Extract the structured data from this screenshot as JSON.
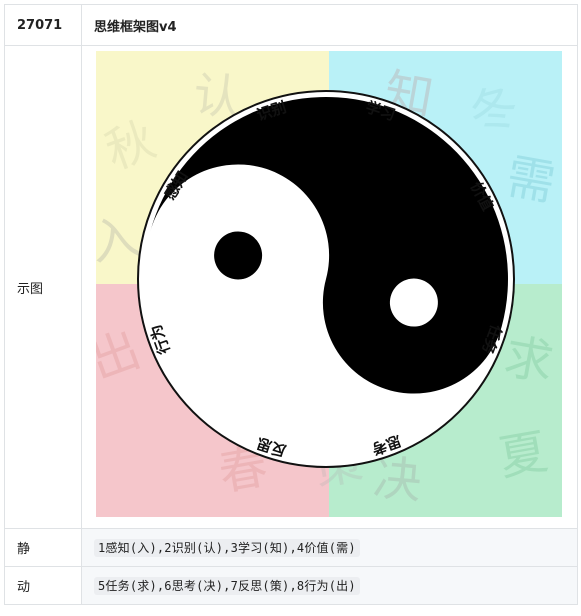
{
  "header": {
    "id": "27071",
    "title": "思维框架图v4"
  },
  "figure_row": {
    "label": "示图"
  },
  "figure": {
    "quadrant_colors": {
      "top_left": "#f9f7c9",
      "top_right": "#b9f1f7",
      "bottom_left": "#f5c6cb",
      "bottom_right": "#b7eccd"
    },
    "ring_labels": [
      {
        "text": "感知",
        "angle": -148
      },
      {
        "text": "识别",
        "angle": -108
      },
      {
        "text": "学习",
        "angle": -72
      },
      {
        "text": "价值",
        "angle": -28
      },
      {
        "text": "任务",
        "angle": 20
      },
      {
        "text": "思考",
        "angle": 70
      },
      {
        "text": "反思",
        "angle": 108
      },
      {
        "text": "行为",
        "angle": 160
      }
    ],
    "ghost_chars": [
      {
        "text": "秋",
        "color": "#c9c9a3"
      },
      {
        "text": "入",
        "color": "#9a9a9a"
      },
      {
        "text": "认",
        "color": "#b0b0a0"
      },
      {
        "text": "知",
        "color": "#c08a8a"
      },
      {
        "text": "冬",
        "color": "#8fcfd8"
      },
      {
        "text": "需",
        "color": "#5fb7c4"
      },
      {
        "text": "求",
        "color": "#63b98a"
      },
      {
        "text": "夏",
        "color": "#63b98a"
      },
      {
        "text": "决",
        "color": "#9a9a9a"
      },
      {
        "text": "策",
        "color": "#b0b0b0"
      },
      {
        "text": "春",
        "color": "#d88a8a"
      },
      {
        "text": "出",
        "color": "#d88a8a"
      }
    ]
  },
  "static_row": {
    "label": "静",
    "value": "1感知(入),2识别(认),3学习(知),4价值(需)"
  },
  "dynamic_row": {
    "label": "动",
    "value": "5任务(求),6思考(决),7反思(策),8行为(出)"
  }
}
